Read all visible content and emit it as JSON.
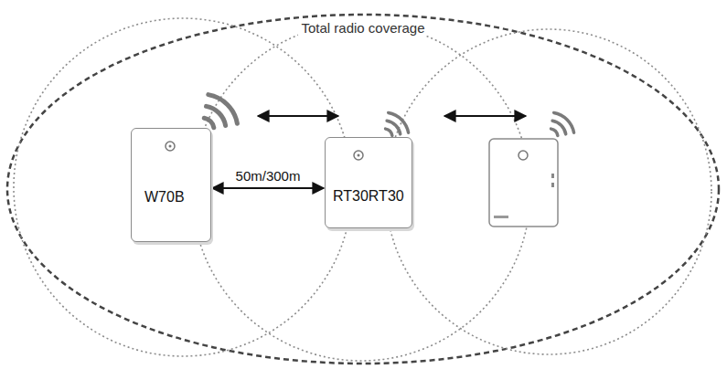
{
  "diagram": {
    "nodes": [
      {
        "text": [
          "W70B"
        ]
      },
      {
        "text": [
          "RT30RT30"
        ]
      }
    ],
    "edges": [
      {
        "from": 0,
        "to": 1,
        "label": "50m/300m",
        "arrow": "both"
      }
    ],
    "labels": [
      "Total radio coverage"
    ]
  }
}
